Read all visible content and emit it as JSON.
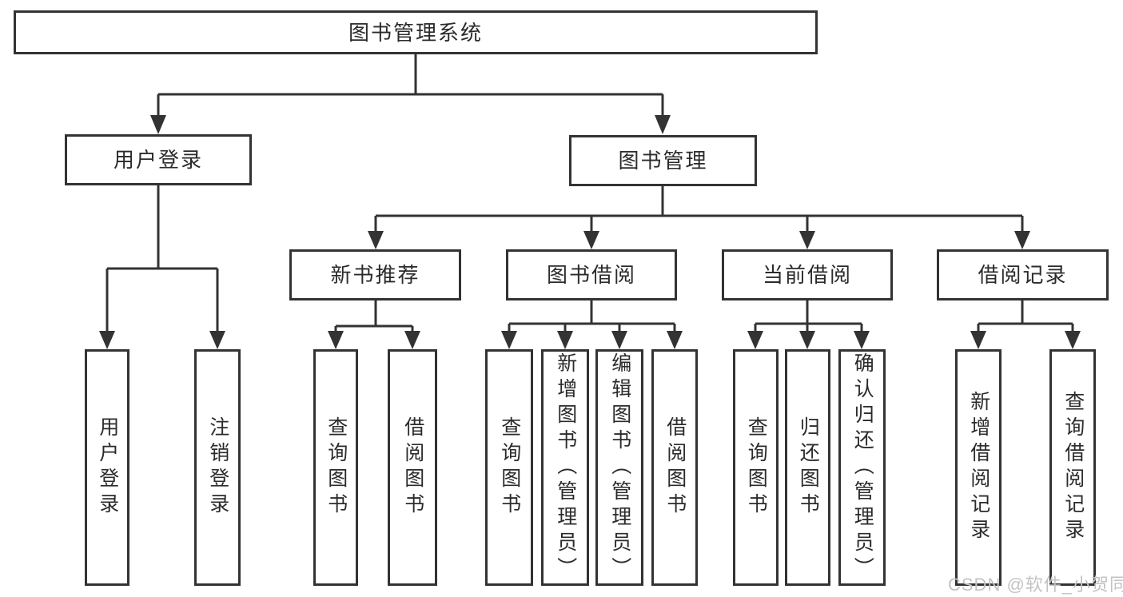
{
  "diagram_title": "图书管理系统",
  "tree": {
    "label": "图书管理系统",
    "children": [
      {
        "label": "用户登录",
        "children": [
          {
            "label": "用户登录"
          },
          {
            "label": "注销登录"
          }
        ]
      },
      {
        "label": "图书管理",
        "children": [
          {
            "label": "新书推荐",
            "children": [
              {
                "label": "查询图书"
              },
              {
                "label": "借阅图书"
              }
            ]
          },
          {
            "label": "图书借阅",
            "children": [
              {
                "label": "查询图书"
              },
              {
                "label": "新增图书（管理员）"
              },
              {
                "label": "编辑图书（管理员）"
              },
              {
                "label": "借阅图书"
              }
            ]
          },
          {
            "label": "当前借阅",
            "children": [
              {
                "label": "查询图书"
              },
              {
                "label": "归还图书"
              },
              {
                "label": "确认归还（管理员）"
              }
            ]
          },
          {
            "label": "借阅记录",
            "children": [
              {
                "label": "新增借阅记录"
              },
              {
                "label": "查询借阅记录"
              }
            ]
          }
        ]
      }
    ]
  },
  "watermark": {
    "text": "CSDN @软件_小贺同学"
  },
  "colors": {
    "line": "#333333",
    "text": "#2b2b2b",
    "watermark": "#c3c3c3",
    "background": "#ffffff"
  }
}
